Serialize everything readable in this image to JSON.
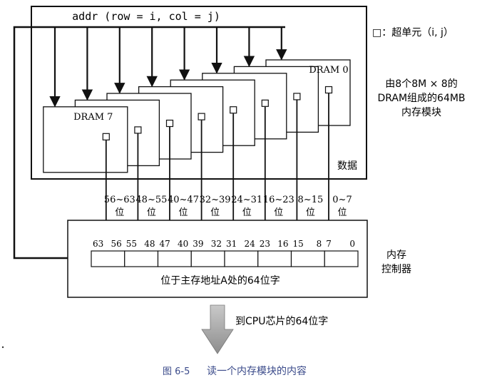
{
  "addr_label": "addr (row = i, col = j)",
  "legend": "□：超单元（i, j）",
  "module_desc": [
    "由8个8M × 8的",
    "DRAM组成的64MB",
    "内存模块"
  ],
  "dram_first_label": "DRAM 0",
  "dram_last_label": "DRAM 7",
  "data_label": "数据",
  "bit_ranges": [
    {
      "range": "56~63",
      "unit": "位"
    },
    {
      "range": "48~55",
      "unit": "位"
    },
    {
      "range": "40~47",
      "unit": "位"
    },
    {
      "range": "32~39",
      "unit": "位"
    },
    {
      "range": "24~31",
      "unit": "位"
    },
    {
      "range": "16~23",
      "unit": "位"
    },
    {
      "range": "8~15",
      "unit": "位"
    },
    {
      "range": "0~7",
      "unit": "位"
    }
  ],
  "bit_numbers": [
    "63",
    "56",
    "55",
    "48",
    "47",
    "40",
    "39",
    "32",
    "31",
    "24",
    "23",
    "16",
    "15",
    "8",
    "7",
    "0"
  ],
  "controller_label": [
    "内存",
    "控制器"
  ],
  "word_caption": "位于主存地址A处的64位字",
  "output_label": "到CPU芯片的64位字",
  "figure_number": "图 6-5",
  "figure_title": "读一个内存模块的内容",
  "caption_color": "#3a4a8a"
}
